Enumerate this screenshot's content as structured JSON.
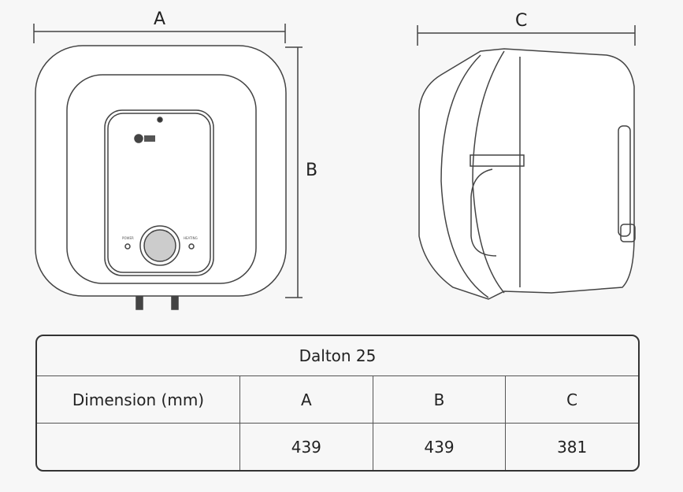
{
  "labels": {
    "a": "A",
    "b": "B",
    "c": "C"
  },
  "panel": {
    "power": "POWER",
    "heating": "HEATING"
  },
  "table": {
    "title": "Dalton 25",
    "header": [
      "Dimension (mm)",
      "A",
      "B",
      "C"
    ],
    "row": [
      "",
      "439",
      "439",
      "381"
    ]
  }
}
